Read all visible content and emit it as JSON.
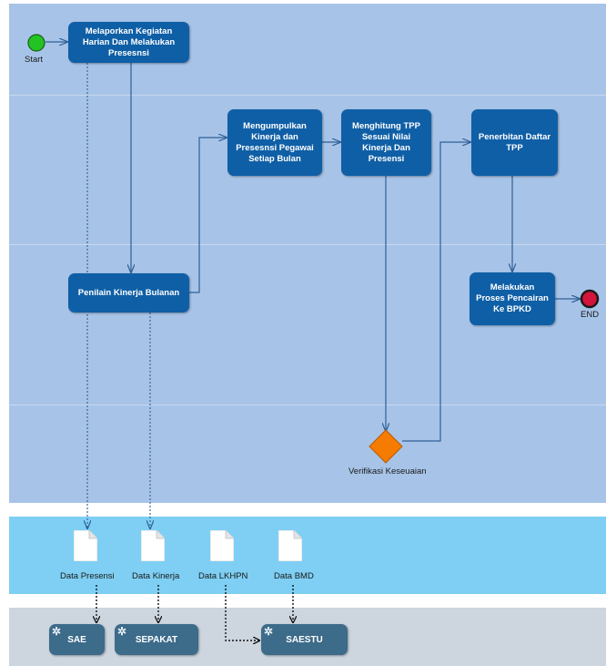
{
  "events": {
    "start_label": "Start",
    "end_label": "END"
  },
  "tasks": {
    "task1": "Melaporkan Kegiatan Harian Dan Melakukan Presesnsi",
    "task2": "Penilain Kinerja Bulanan",
    "task3": "Mengumpulkan Kinerja dan Presesnsi Pegawai Setiap Bulan",
    "task4": "Menghitung TPP Sesuai Nilai Kinerja Dan Presensi",
    "task5": "Penerbitan Daftar TPP",
    "task6": "Melakukan Proses Pencairan Ke BPKD"
  },
  "gateway": {
    "label": "Verifikasi Keseuaian"
  },
  "documents": [
    "Data Presensi",
    "Data Kinerja",
    "Data LKHPN",
    "Data BMD"
  ],
  "systems": [
    "SAE",
    "SEPAKAT",
    "SAESTU"
  ],
  "colors": {
    "lane_bg": "#a7c4e8",
    "data_lane_bg": "#7ecff3",
    "system_lane_bg": "#cdd5df",
    "task_fill": "#0f5fa6",
    "start_fill": "#22c322",
    "end_fill": "#d4143a",
    "gateway_fill": "#f57c00",
    "system_fill": "#3d6b8a"
  }
}
